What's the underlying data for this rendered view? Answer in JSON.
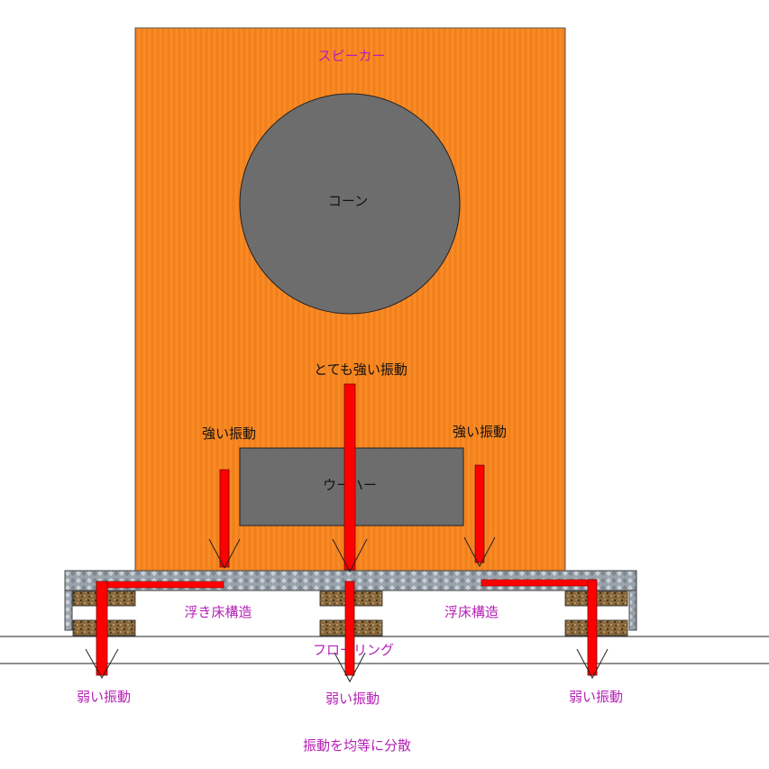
{
  "labels": {
    "speaker": "スピーカー",
    "cone": "コーン",
    "woofer": "ウーハー",
    "very_strong_vibration": "とても強い振動",
    "strong_vibration_left": "強い振動",
    "strong_vibration_right": "強い振動",
    "floating_floor_left": "浮き床構造",
    "floating_floor_right": "浮床構造",
    "flooring": "フローリング",
    "weak_vibration_left": "弱い振動",
    "weak_vibration_center": "弱い振動",
    "weak_vibration_right": "弱い振動",
    "caption": "振動を均等に分散"
  },
  "colors": {
    "speaker_body": "#f7851f",
    "cone": "#6d6d6d",
    "woofer": "#6d6d6d",
    "arrow": "#ff0000",
    "plate": "#9aa3ac",
    "cork": "#8a6a3e",
    "magenta_text": "#b51fb5",
    "black_text": "#111111"
  }
}
